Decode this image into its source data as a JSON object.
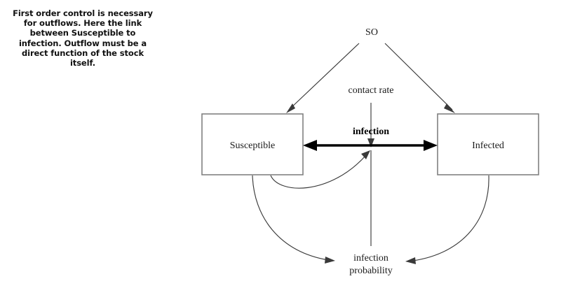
{
  "diagram": {
    "title_note": "First order control is necessary for outflows. Here the link between Susceptible to infection. Outflow must be a direct function of the stock itself.",
    "stocks": [
      {
        "id": "susceptible",
        "label": "Susceptible"
      },
      {
        "id": "infected",
        "label": "Infected"
      }
    ],
    "flows": [
      {
        "id": "infection",
        "label": "infection"
      }
    ],
    "variables": [
      {
        "id": "so",
        "label": "SO"
      },
      {
        "id": "contact_rate",
        "label": "contact rate"
      },
      {
        "id": "infection_probability_line1",
        "label": "infection"
      },
      {
        "id": "infection_probability_line2",
        "label": "probability"
      }
    ],
    "colors": {
      "stock_border": "#808080",
      "link": "#3a3a3a",
      "flow": "#000000",
      "text": "#1a1a1a",
      "background": "#ffffff"
    }
  }
}
